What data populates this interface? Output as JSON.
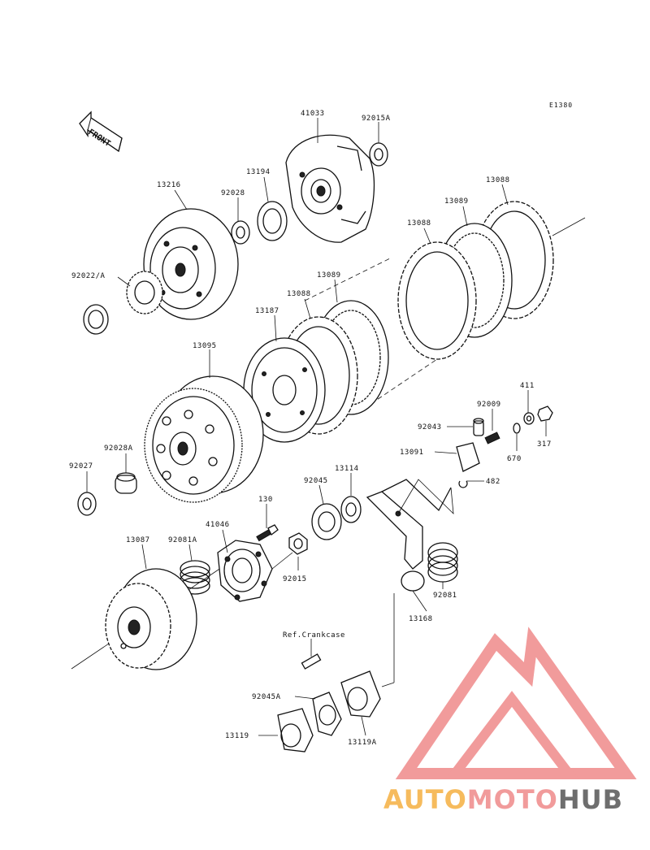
{
  "diagram": {
    "code": "E1380",
    "front_label": "FRONT",
    "ref_note": "Ref.Crankcase"
  },
  "labels": [
    {
      "id": "41033",
      "text": "41033"
    },
    {
      "id": "92015A",
      "text": "92015A"
    },
    {
      "id": "13194",
      "text": "13194"
    },
    {
      "id": "92028",
      "text": "92028"
    },
    {
      "id": "13216",
      "text": "13216"
    },
    {
      "id": "13088a",
      "text": "13088"
    },
    {
      "id": "13089a",
      "text": "13089"
    },
    {
      "id": "13088b",
      "text": "13088"
    },
    {
      "id": "92022A",
      "text": "92022/A"
    },
    {
      "id": "13089b",
      "text": "13089"
    },
    {
      "id": "13088c",
      "text": "13088"
    },
    {
      "id": "13187",
      "text": "13187"
    },
    {
      "id": "13095",
      "text": "13095"
    },
    {
      "id": "411",
      "text": "411"
    },
    {
      "id": "92009",
      "text": "92009"
    },
    {
      "id": "92043",
      "text": "92043"
    },
    {
      "id": "317",
      "text": "317"
    },
    {
      "id": "13091",
      "text": "13091"
    },
    {
      "id": "670",
      "text": "670"
    },
    {
      "id": "92028A",
      "text": "92028A"
    },
    {
      "id": "92027",
      "text": "92027"
    },
    {
      "id": "13114",
      "text": "13114"
    },
    {
      "id": "92045",
      "text": "92045"
    },
    {
      "id": "482",
      "text": "482"
    },
    {
      "id": "130",
      "text": "130"
    },
    {
      "id": "41046",
      "text": "41046"
    },
    {
      "id": "13087",
      "text": "13087"
    },
    {
      "id": "92081A",
      "text": "92081A"
    },
    {
      "id": "92015",
      "text": "92015"
    },
    {
      "id": "92081",
      "text": "92081"
    },
    {
      "id": "13168",
      "text": "13168"
    },
    {
      "id": "92045A",
      "text": "92045A"
    },
    {
      "id": "13119",
      "text": "13119"
    },
    {
      "id": "13119A",
      "text": "13119A"
    }
  ],
  "watermark": {
    "part1": "AUTO",
    "part2": "MOTO",
    "part3": "HUB",
    "colors": {
      "orange": "#f5b041",
      "red": "#ef8a8a",
      "gray": "#555555"
    }
  }
}
